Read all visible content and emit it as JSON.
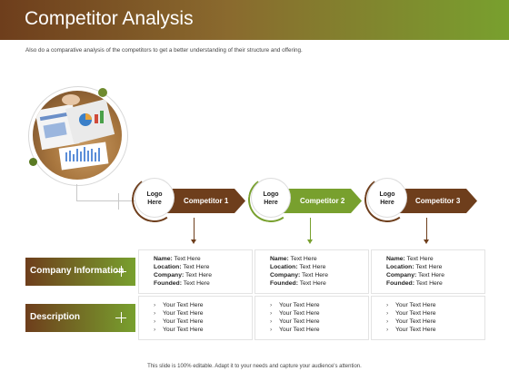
{
  "header": {
    "title": "Competitor Analysis"
  },
  "subtitle": "Also do a comparative analysis of the competitors to get a better understanding of their structure and offering.",
  "footer": "This slide is 100% editable. Adapt it to your needs and capture your audience's attention.",
  "colors": {
    "brown": "#6e3e1c",
    "green": "#78a02e"
  },
  "competitors": [
    {
      "logo": "Logo Here",
      "name": "Competitor 1",
      "color": "#6e3e1c"
    },
    {
      "logo": "Logo Here",
      "name": "Competitor 2",
      "color": "#78a02e"
    },
    {
      "logo": "Logo Here",
      "name": "Competitor 3",
      "color": "#6e3e1c"
    }
  ],
  "rows": {
    "company_information": "Company Information",
    "description": "Description"
  },
  "info": {
    "name_label": "Name:",
    "location_label": "Location:",
    "company_label": "Company:",
    "founded_label": "Founded:",
    "value": "Text Here"
  },
  "desc_items": [
    "Your Text Here",
    "Your Text Here",
    "Your Text Here",
    "Your Text Here"
  ]
}
